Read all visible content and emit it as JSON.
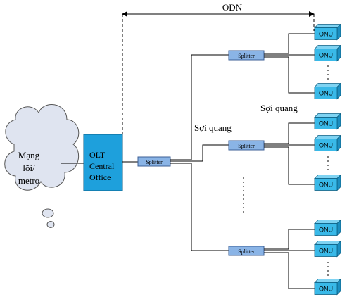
{
  "odn_label": "ODN",
  "cloud_label": [
    "Mạng",
    "lõi/",
    "metro"
  ],
  "olt_label": [
    "OLT",
    "Central",
    "Office"
  ],
  "splitter_label": "Splitter",
  "onu_label": "ONU",
  "fiber_labels": [
    "Sợi quang",
    "Sợi quang"
  ],
  "colors": {
    "line": "#000000",
    "cloud_fill": "#dfe4f0",
    "olt_fill": "#1ea0dc",
    "splitter_fill": "#8ab4e6",
    "onu_front": "#39b9e8",
    "onu_side": "#1c8ec0",
    "onu_top": "#7fd3f2"
  }
}
